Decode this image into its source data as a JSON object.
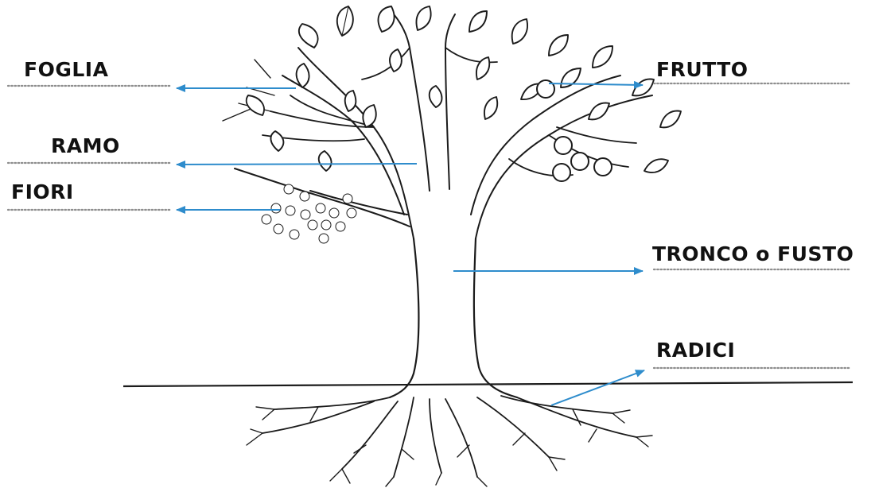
{
  "labels": {
    "foglia": "FOGLIA",
    "frutto": "FRUTTO",
    "ramo": "RAMO",
    "fiori": "FIORI",
    "tronco": "TRONCO o FUSTO",
    "radici": "RADICI"
  },
  "colors": {
    "arrow": "#2e8ccc",
    "ink": "#1b1b1b",
    "dots": "#8e8e8e"
  }
}
